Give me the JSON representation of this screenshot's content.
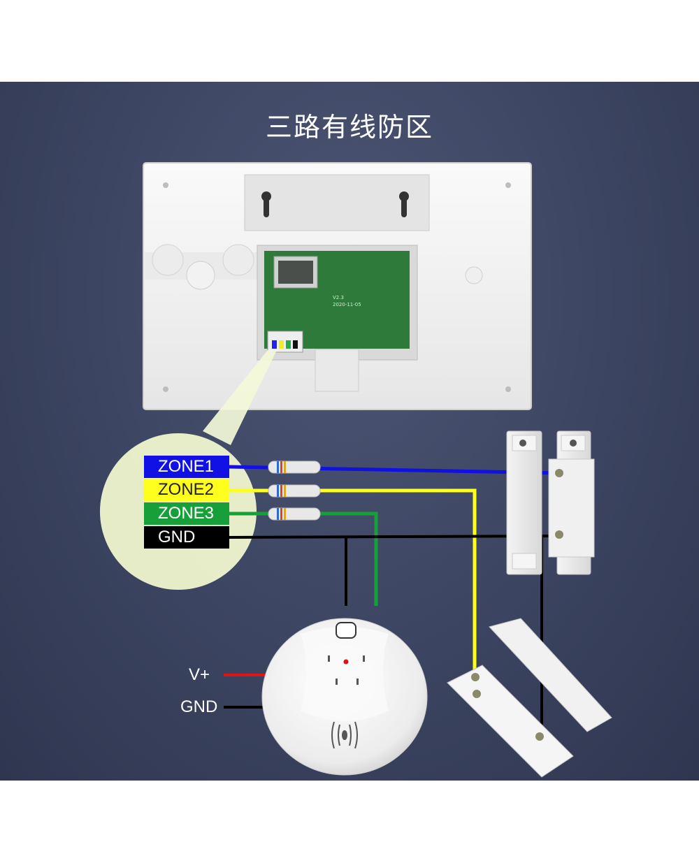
{
  "title": "三路有线防区",
  "zones": [
    {
      "label": "ZONE1",
      "color": "#1111e6"
    },
    {
      "label": "ZONE2",
      "color": "#ffff1e"
    },
    {
      "label": "ZONE3",
      "color": "#17a03a"
    },
    {
      "label": "GND",
      "color": "#000000"
    }
  ],
  "detector_labels": {
    "vplus": "V+",
    "gnd": "GND"
  },
  "board_text": {
    "version": "V2.3",
    "date": "2020-11-05"
  },
  "wire_colors": {
    "red": "#e01414",
    "black": "#000000"
  },
  "icons": [
    "alarm-panel-back",
    "magnetic-door-sensor",
    "smoke-detector",
    "resistor"
  ]
}
